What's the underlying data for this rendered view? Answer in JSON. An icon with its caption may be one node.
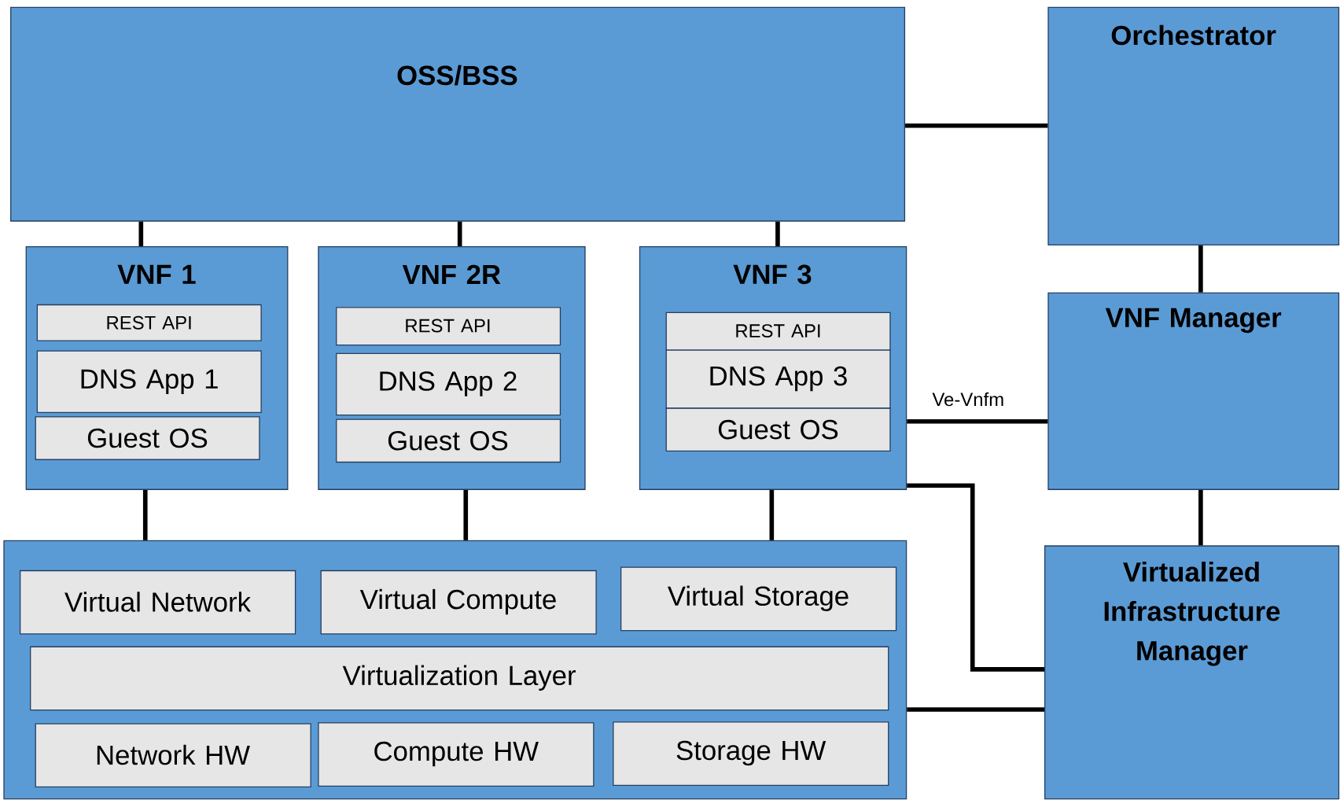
{
  "diagram": {
    "nodes": [
      {
        "text": [
          "OSS/BSS"
        ]
      },
      {
        "text": [
          "Orchestrator"
        ]
      },
      {
        "text": [
          "VNF 1"
        ]
      },
      {
        "text": [
          "REST API"
        ],
        "in": 2
      },
      {
        "text": [
          "DNS App 1"
        ],
        "in": 2
      },
      {
        "text": [
          "Guest OS"
        ],
        "in": 2
      },
      {
        "text": [
          "**VNF 2**R"
        ]
      },
      {
        "text": [
          "REST API"
        ],
        "in": 6
      },
      {
        "text": [
          "DNS App 2"
        ],
        "in": 6
      },
      {
        "text": [
          "Guest OS"
        ],
        "in": 6
      },
      {
        "text": [
          "VNF 3"
        ]
      },
      {
        "text": [
          "REST API"
        ],
        "in": 10
      },
      {
        "text": [
          "DNS App 3"
        ],
        "in": 10
      },
      {
        "text": [
          "Guest OS"
        ],
        "in": 10
      },
      {
        "text": [
          "VNF Manager"
        ]
      },
      {
        "text": [],
        "shape": "box"
      },
      {
        "text": [
          "Virtual Network"
        ],
        "in": 15
      },
      {
        "text": [
          "Virtual Compute"
        ],
        "in": 15
      },
      {
        "text": [
          "Virtual Storage"
        ],
        "in": 15
      },
      {
        "text": [
          "Virtualization Layer"
        ],
        "in": 15
      },
      {
        "text": [
          "Network HW"
        ],
        "in": 15
      },
      {
        "text": [
          "Compute HW"
        ],
        "in": 15
      },
      {
        "text": [
          "Storage HW"
        ],
        "in": 15
      },
      {
        "text": [
          "Virtualized Infrastructure Manager"
        ]
      }
    ],
    "edges": [
      {
        "from": 0,
        "to": 1,
        "arrow": "none"
      },
      {
        "from": 0,
        "to": 2,
        "arrow": "none"
      },
      {
        "from": 0,
        "to": 6,
        "arrow": "none"
      },
      {
        "from": 0,
        "to": 10,
        "arrow": "none"
      },
      {
        "from": 1,
        "to": 14,
        "arrow": "none"
      },
      {
        "from": 10,
        "to": 14,
        "arrow": "none",
        "label": "Ve-Vnfm"
      },
      {
        "from": 14,
        "to": 23,
        "arrow": "none"
      },
      {
        "from": 10,
        "to": 23,
        "arrow": "none"
      },
      {
        "from": 2,
        "to": 15,
        "arrow": "none"
      },
      {
        "from": 6,
        "to": 15,
        "arrow": "none"
      },
      {
        "from": 10,
        "to": 15,
        "arrow": "none"
      },
      {
        "from": 15,
        "to": 23,
        "arrow": "none"
      }
    ]
  }
}
